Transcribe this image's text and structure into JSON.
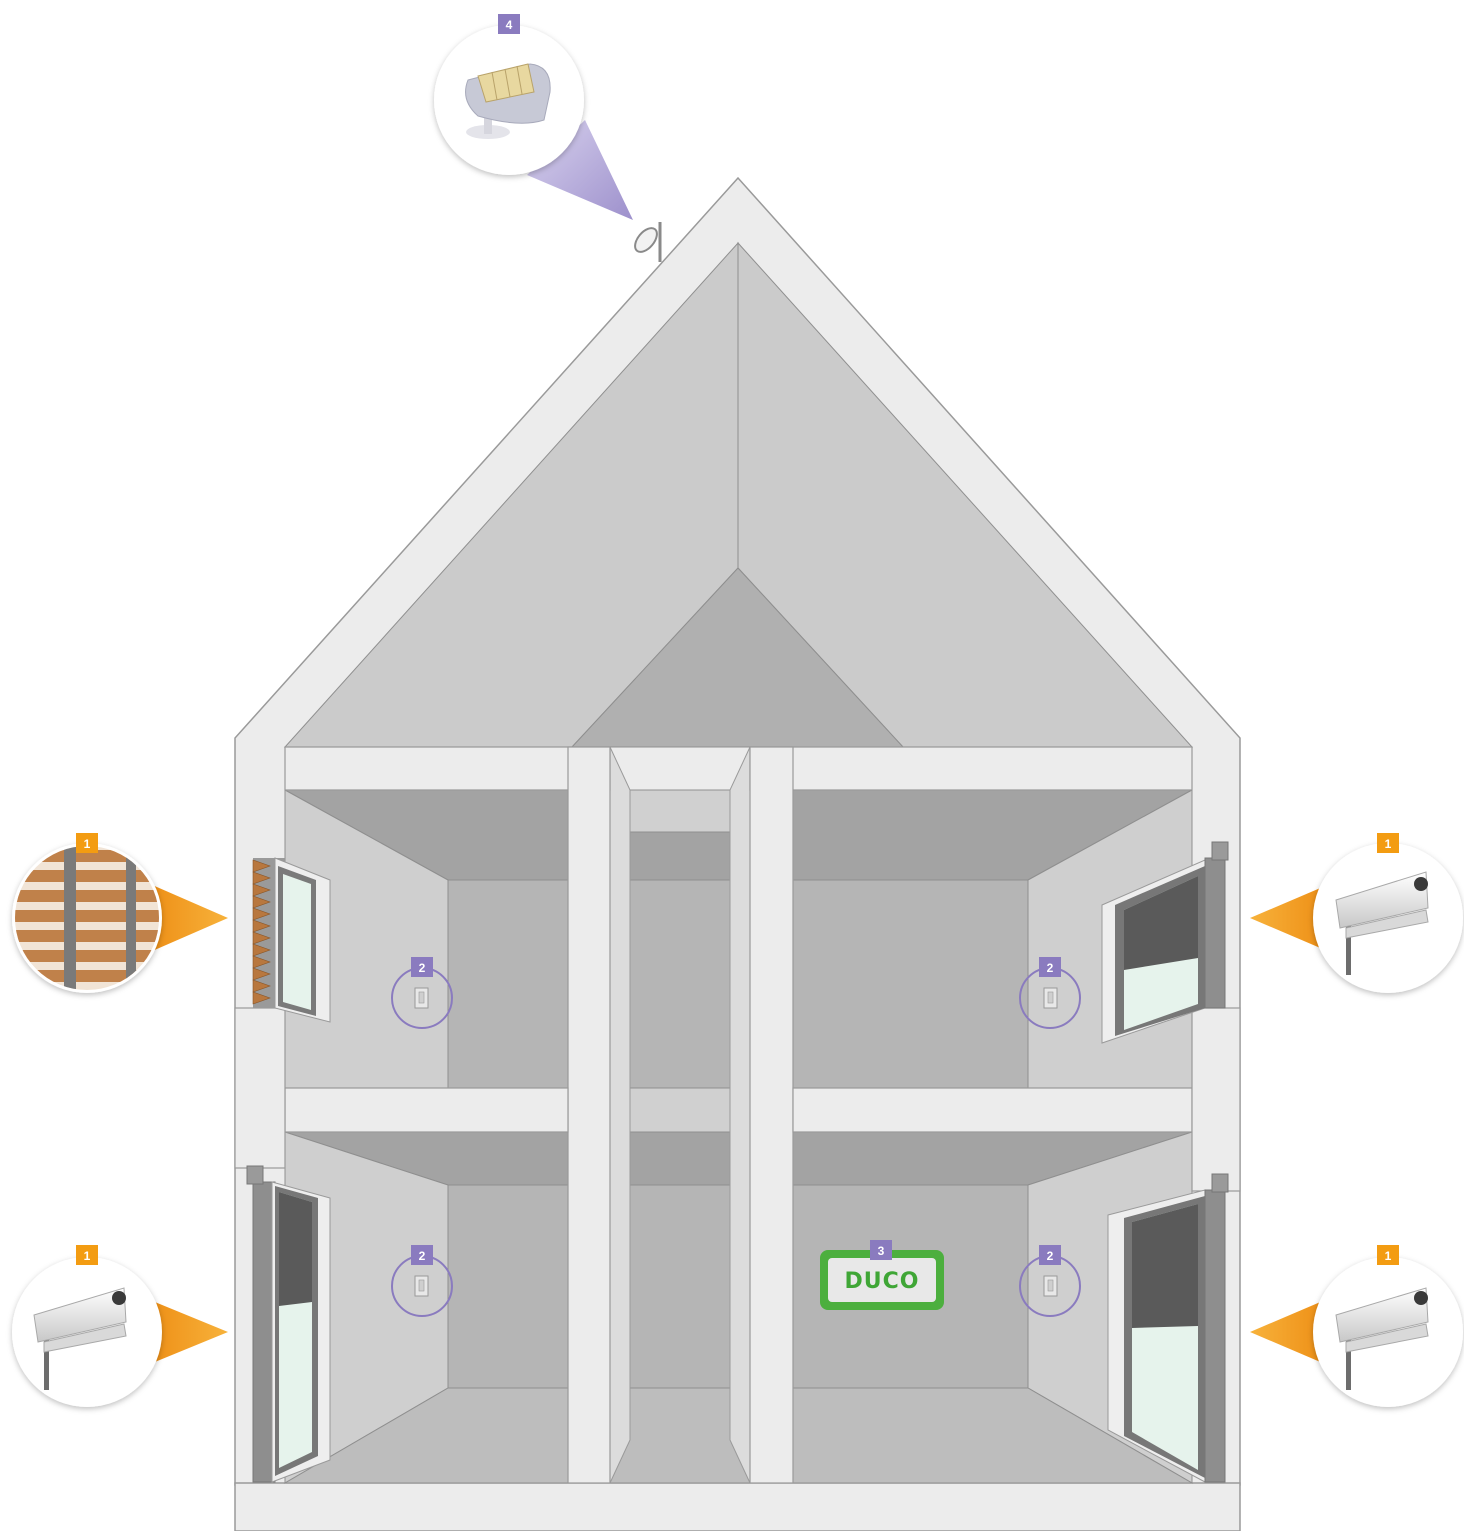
{
  "colors": {
    "wall_white": "#ececec",
    "outline": "#9a9a9a",
    "ceiling": "#a3a3a3",
    "back_wall": "#b5b5b5",
    "side_wall": "#cfcfcf",
    "floor": "#bdbdbd",
    "attic_light": "#cbcbcb",
    "attic_dark": "#b0b0b0",
    "orange": "#f39c12",
    "purple": "#8a7bbf",
    "duco_green": "#4caf3e"
  },
  "callouts": {
    "sun_sensor": {
      "number": "4",
      "icon": "sun-sensor-icon"
    },
    "screen_left_upper": {
      "number": "1",
      "icon": "wooden-louvre-shutter-icon"
    },
    "screen_right_upper": {
      "number": "1",
      "icon": "roller-screen-cassette-icon"
    },
    "screen_left_lower": {
      "number": "1",
      "icon": "roller-screen-cassette-icon"
    },
    "screen_right_lower": {
      "number": "1",
      "icon": "roller-screen-cassette-icon"
    }
  },
  "switches": {
    "upper_left": {
      "number": "2",
      "icon": "wall-switch-icon"
    },
    "upper_right": {
      "number": "2",
      "icon": "wall-switch-icon"
    },
    "lower_left": {
      "number": "2",
      "icon": "wall-switch-icon"
    },
    "lower_right": {
      "number": "2",
      "icon": "wall-switch-icon"
    }
  },
  "controller": {
    "number": "3",
    "brand": "DUCO"
  }
}
